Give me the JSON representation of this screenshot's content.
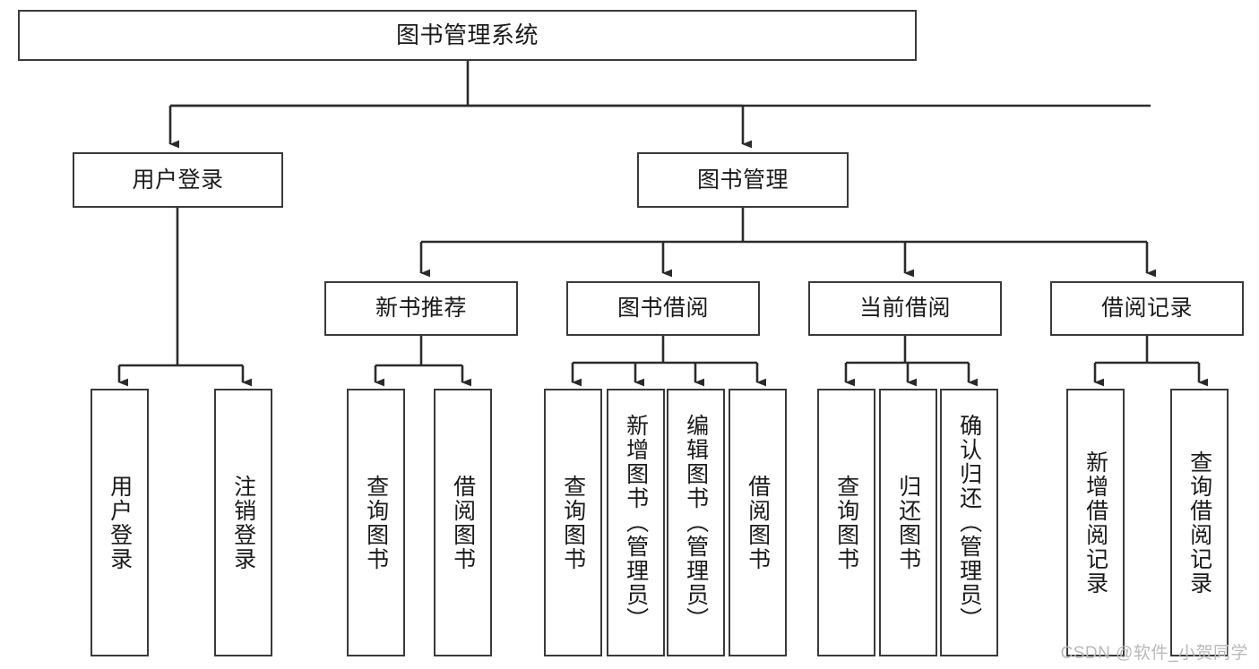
{
  "diagram": {
    "title": "图书管理系统",
    "type": "hierarchy-tree",
    "watermark": "CSDN @软件_小贺同学",
    "colors": {
      "box_border": "#3a3a3a",
      "box_fill": "#ffffff",
      "connector": "#2b2b2b",
      "text": "#1a1a1a",
      "watermark": "#b9b9b9",
      "background": "#ffffff"
    },
    "nodes": {
      "root": {
        "label": "图书管理系统"
      },
      "level2": [
        {
          "id": "user-login",
          "label": "用户登录"
        },
        {
          "id": "book-manage",
          "label": "图书管理"
        }
      ],
      "level3": [
        {
          "id": "new-book-recommend",
          "label": "新书推荐"
        },
        {
          "id": "book-borrow",
          "label": "图书借阅"
        },
        {
          "id": "current-borrow",
          "label": "当前借阅"
        },
        {
          "id": "borrow-record",
          "label": "借阅记录"
        }
      ],
      "leaves": {
        "user_login": [
          {
            "id": "leaf-user-login",
            "label": "用户登录"
          },
          {
            "id": "leaf-logout-login",
            "label": "注销登录"
          }
        ],
        "new_book_recommend": [
          {
            "id": "leaf-query-book-1",
            "label": "查询图书"
          },
          {
            "id": "leaf-borrow-book-1",
            "label": "借阅图书"
          }
        ],
        "book_borrow": [
          {
            "id": "leaf-query-book-2",
            "label": "查询图书"
          },
          {
            "id": "leaf-add-book",
            "label": "新增图书（管理员）"
          },
          {
            "id": "leaf-edit-book",
            "label": "编辑图书（管理员）"
          },
          {
            "id": "leaf-borrow-book-2",
            "label": "借阅图书"
          }
        ],
        "current_borrow": [
          {
            "id": "leaf-query-book-3",
            "label": "查询图书"
          },
          {
            "id": "leaf-return-book",
            "label": "归还图书"
          },
          {
            "id": "leaf-confirm-return",
            "label": "确认归还（管理员）"
          }
        ],
        "borrow_record": [
          {
            "id": "leaf-add-record",
            "label": "新增借阅记录"
          },
          {
            "id": "leaf-query-record",
            "label": "查询借阅记录"
          }
        ]
      }
    }
  }
}
